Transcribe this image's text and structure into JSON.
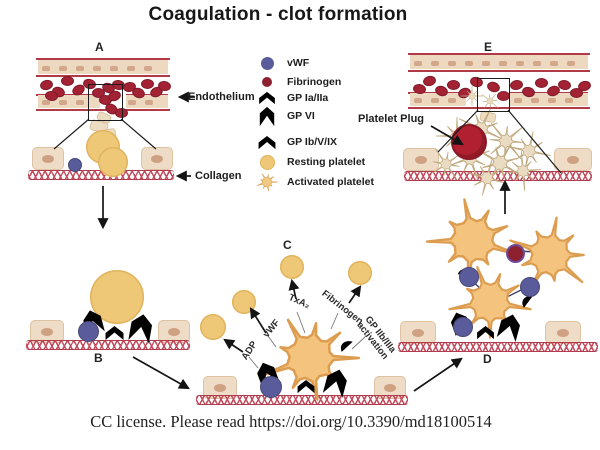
{
  "title": "Coagulation - clot formation",
  "caption": "CC license. Please read https://doi.org/10.3390/md18100514",
  "legend": {
    "items": [
      {
        "label": "vWF"
      },
      {
        "label": "Fibrinogen"
      },
      {
        "label": "GP Ia/IIa"
      },
      {
        "label": "GP VI"
      },
      {
        "label": "GP Ib/V/IX"
      },
      {
        "label": "Resting platelet"
      },
      {
        "label": "Activated platelet"
      }
    ]
  },
  "panels": {
    "a": {
      "label": "A",
      "endothelium": "Endothelium",
      "collagen": "Collagen"
    },
    "b": {
      "label": "B"
    },
    "c": {
      "label": "C",
      "adp": "ADP",
      "vwf": "vWF",
      "txa2": "TxA₂",
      "fibrinogen": "Fibrinogen",
      "gp_line1": "GP IIb/IIIa",
      "gp_line2": "activation"
    },
    "d": {
      "label": "D"
    },
    "e": {
      "label": "E",
      "platelet_plug": "Platelet Plug"
    }
  },
  "colors": {
    "rbc": "#a32334",
    "vessel_line": "#b23a48",
    "endothelium_band": "#ecd9c0",
    "platelet_resting": "#eec877",
    "platelet_activated": "#f4c47e",
    "vwf": "#5a5b9b",
    "fibrinogen": "#8d2130",
    "gp_ia_iia": "#d9992e",
    "gp_vi": "#bf5480",
    "gp_ib_v_ix": "#aac4e2",
    "collagen": "#c34d5e",
    "plug": "#eadcc2"
  }
}
